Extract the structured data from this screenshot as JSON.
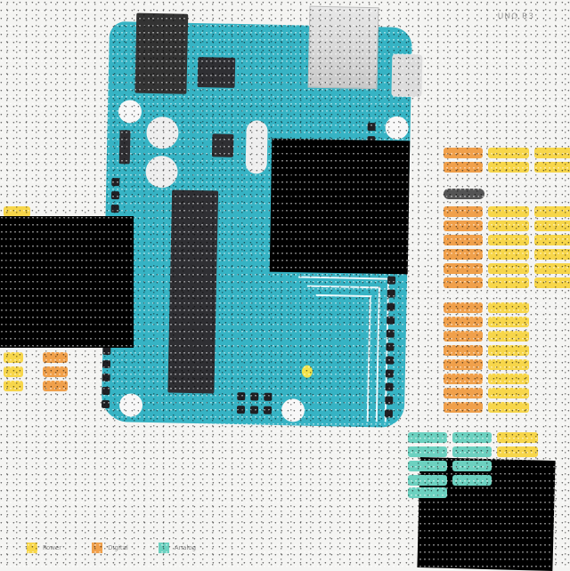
{
  "title_text": "UNO R3",
  "colors": {
    "board": "#36b3c4",
    "digital_label": "#f0a04b",
    "power_label": "#f7d64a",
    "analog_label": "#6cd1c0"
  },
  "legend": {
    "items": [
      "Power",
      "Digital",
      "Analog"
    ]
  }
}
